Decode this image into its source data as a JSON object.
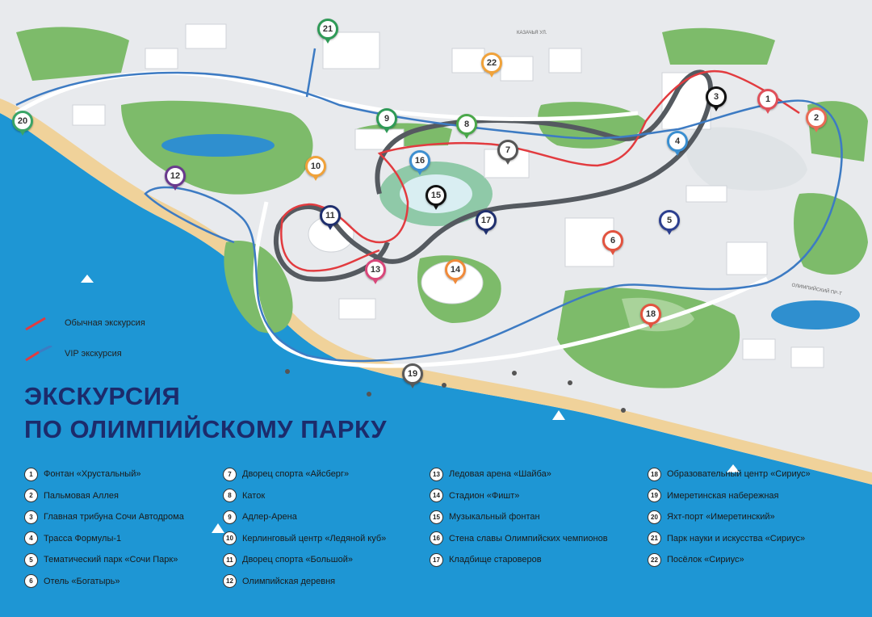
{
  "title_line1": "ЭКСКУРСИЯ",
  "title_line2": "ПО ОЛИМПИЙСКОМУ ПАРКУ",
  "routes": [
    {
      "label": "Обычная экскурсия",
      "color": "#e23b3f"
    },
    {
      "label": "VIP экскурсия",
      "color": "#3d7bc3"
    }
  ],
  "streets": {
    "olympic_ave": "ОЛИМПИЙСКИЙ ПР-Т",
    "kazachya": "КАЗАЧЬЯ УЛ."
  },
  "pois": [
    {
      "num": "1",
      "label": "Фонтан «Хрустальный»",
      "color": "#e0505a"
    },
    {
      "num": "2",
      "label": "Пальмовая Аллея",
      "color": "#e96b56"
    },
    {
      "num": "3",
      "label": "Главная трибуна Сочи Автодрома",
      "color": "#111111"
    },
    {
      "num": "4",
      "label": "Трасса Формулы-1",
      "color": "#3a8fd1"
    },
    {
      "num": "5",
      "label": "Тематический парк «Сочи Парк»",
      "color": "#2c3f8f"
    },
    {
      "num": "6",
      "label": "Отель «Богатырь»",
      "color": "#e2533f"
    },
    {
      "num": "7",
      "label": "Дворец спорта «Айсберг»",
      "color": "#555555"
    },
    {
      "num": "8",
      "label": "Каток",
      "color": "#4aa84a"
    },
    {
      "num": "9",
      "label": "Адлер-Арена",
      "color": "#2f9a57"
    },
    {
      "num": "10",
      "label": "Керлинговый центр «Ледяной куб»",
      "color": "#f0a23a"
    },
    {
      "num": "11",
      "label": "Дворец спорта «Большой»",
      "color": "#1f2f6e"
    },
    {
      "num": "12",
      "label": "Олимпийская деревня",
      "color": "#6a3a8e"
    },
    {
      "num": "13",
      "label": "Ледовая арена «Шайба»",
      "color": "#d9477a"
    },
    {
      "num": "14",
      "label": "Стадион «Фишт»",
      "color": "#f08a3a"
    },
    {
      "num": "15",
      "label": "Музыкальный фонтан",
      "color": "#111111"
    },
    {
      "num": "16",
      "label": "Стена славы Олимпийских чемпионов",
      "color": "#3d8fd0"
    },
    {
      "num": "17",
      "label": "Кладбище староверов",
      "color": "#1f2f6e"
    },
    {
      "num": "18",
      "label": "Образовательный центр «Сириус»",
      "color": "#e2533f"
    },
    {
      "num": "19",
      "label": "Имеретинская набережная",
      "color": "#5a5a5a"
    },
    {
      "num": "20",
      "label": "Яхт-порт «Имеретинский»",
      "color": "#3aa466"
    },
    {
      "num": "21",
      "label": "Парк науки и искусства «Сириус»",
      "color": "#2f9a57"
    },
    {
      "num": "22",
      "label": "Посёлок «Сириус»",
      "color": "#f0a23a"
    }
  ]
}
